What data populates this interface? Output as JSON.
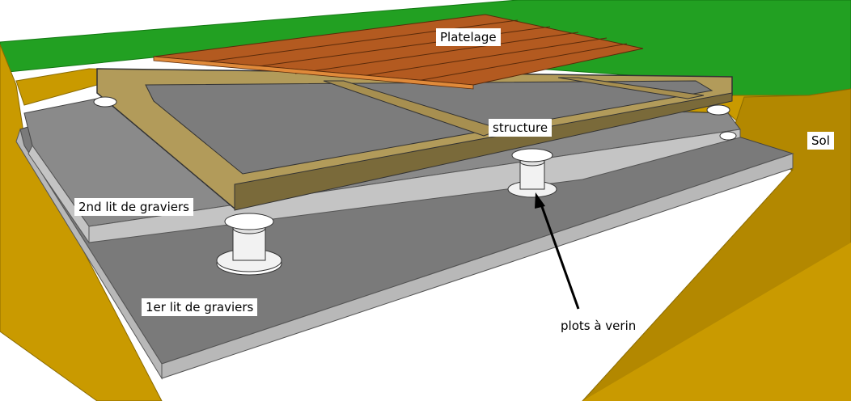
{
  "labels": {
    "platelage": "Platelage",
    "structure": "structure",
    "sol": "Sol",
    "lit2": "2nd lit de graviers",
    "lit1": "1er lit de graviers",
    "plots": "plots à verin"
  },
  "colors": {
    "grass": "#1a9a1a",
    "soil": "#c99a00",
    "soil_dark": "#9c7700",
    "gravel_top": "#7a7a7a",
    "gravel_side": "#b8b8b8",
    "structure": "#b29b5a",
    "structure_dark": "#7a6a3a",
    "decking": "#b35a20",
    "decking_edge": "#e08a3a",
    "plot": "#f2f2f2"
  }
}
